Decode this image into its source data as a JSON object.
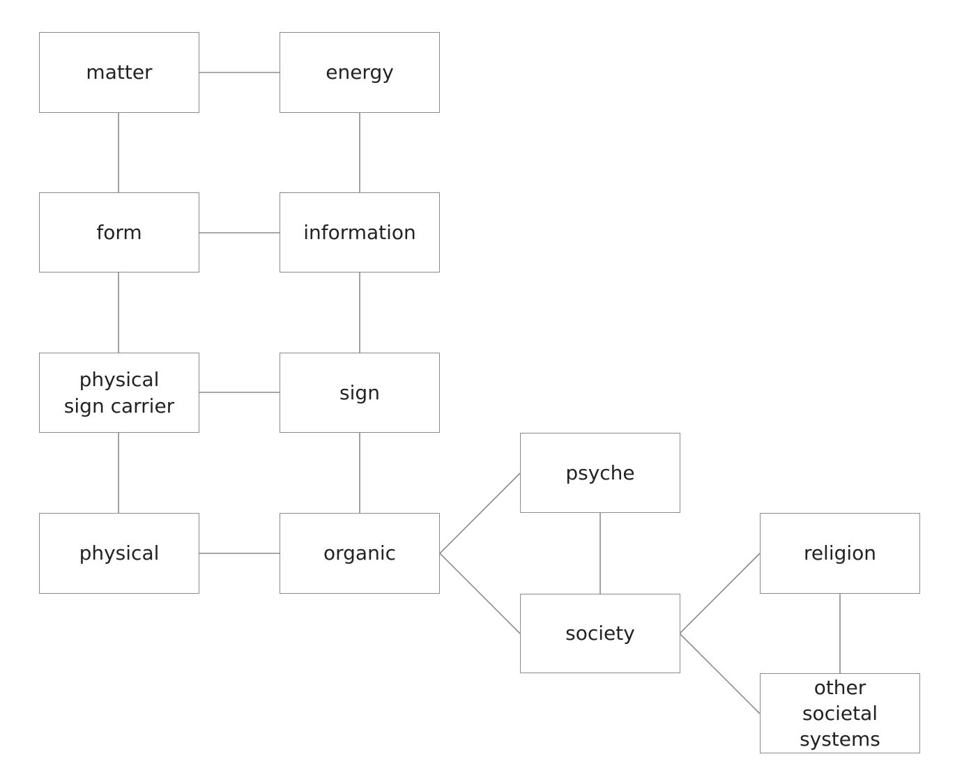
{
  "nodes": {
    "matter": "matter",
    "energy": "energy",
    "form": "form",
    "information": "information",
    "physical_sign_carrier": "physical\nsign carrier",
    "sign": "sign",
    "physical": "physical",
    "organic": "organic",
    "psyche": "psyche",
    "society": "society",
    "religion": "religion",
    "other_societal_systems": "other\nsocietal\nsystems"
  },
  "links": [
    [
      "matter",
      "energy"
    ],
    [
      "matter",
      "form"
    ],
    [
      "energy",
      "information"
    ],
    [
      "form",
      "information"
    ],
    [
      "form",
      "physical_sign_carrier"
    ],
    [
      "information",
      "sign"
    ],
    [
      "physical_sign_carrier",
      "sign"
    ],
    [
      "physical_sign_carrier",
      "physical"
    ],
    [
      "sign",
      "organic"
    ],
    [
      "physical",
      "organic"
    ],
    [
      "organic",
      "psyche"
    ],
    [
      "organic",
      "society"
    ],
    [
      "psyche",
      "society"
    ],
    [
      "society",
      "religion"
    ],
    [
      "society",
      "other_societal_systems"
    ],
    [
      "religion",
      "other_societal_systems"
    ]
  ],
  "colors": {
    "line": "#8a8a8a",
    "text": "#222222",
    "background": "#ffffff"
  }
}
